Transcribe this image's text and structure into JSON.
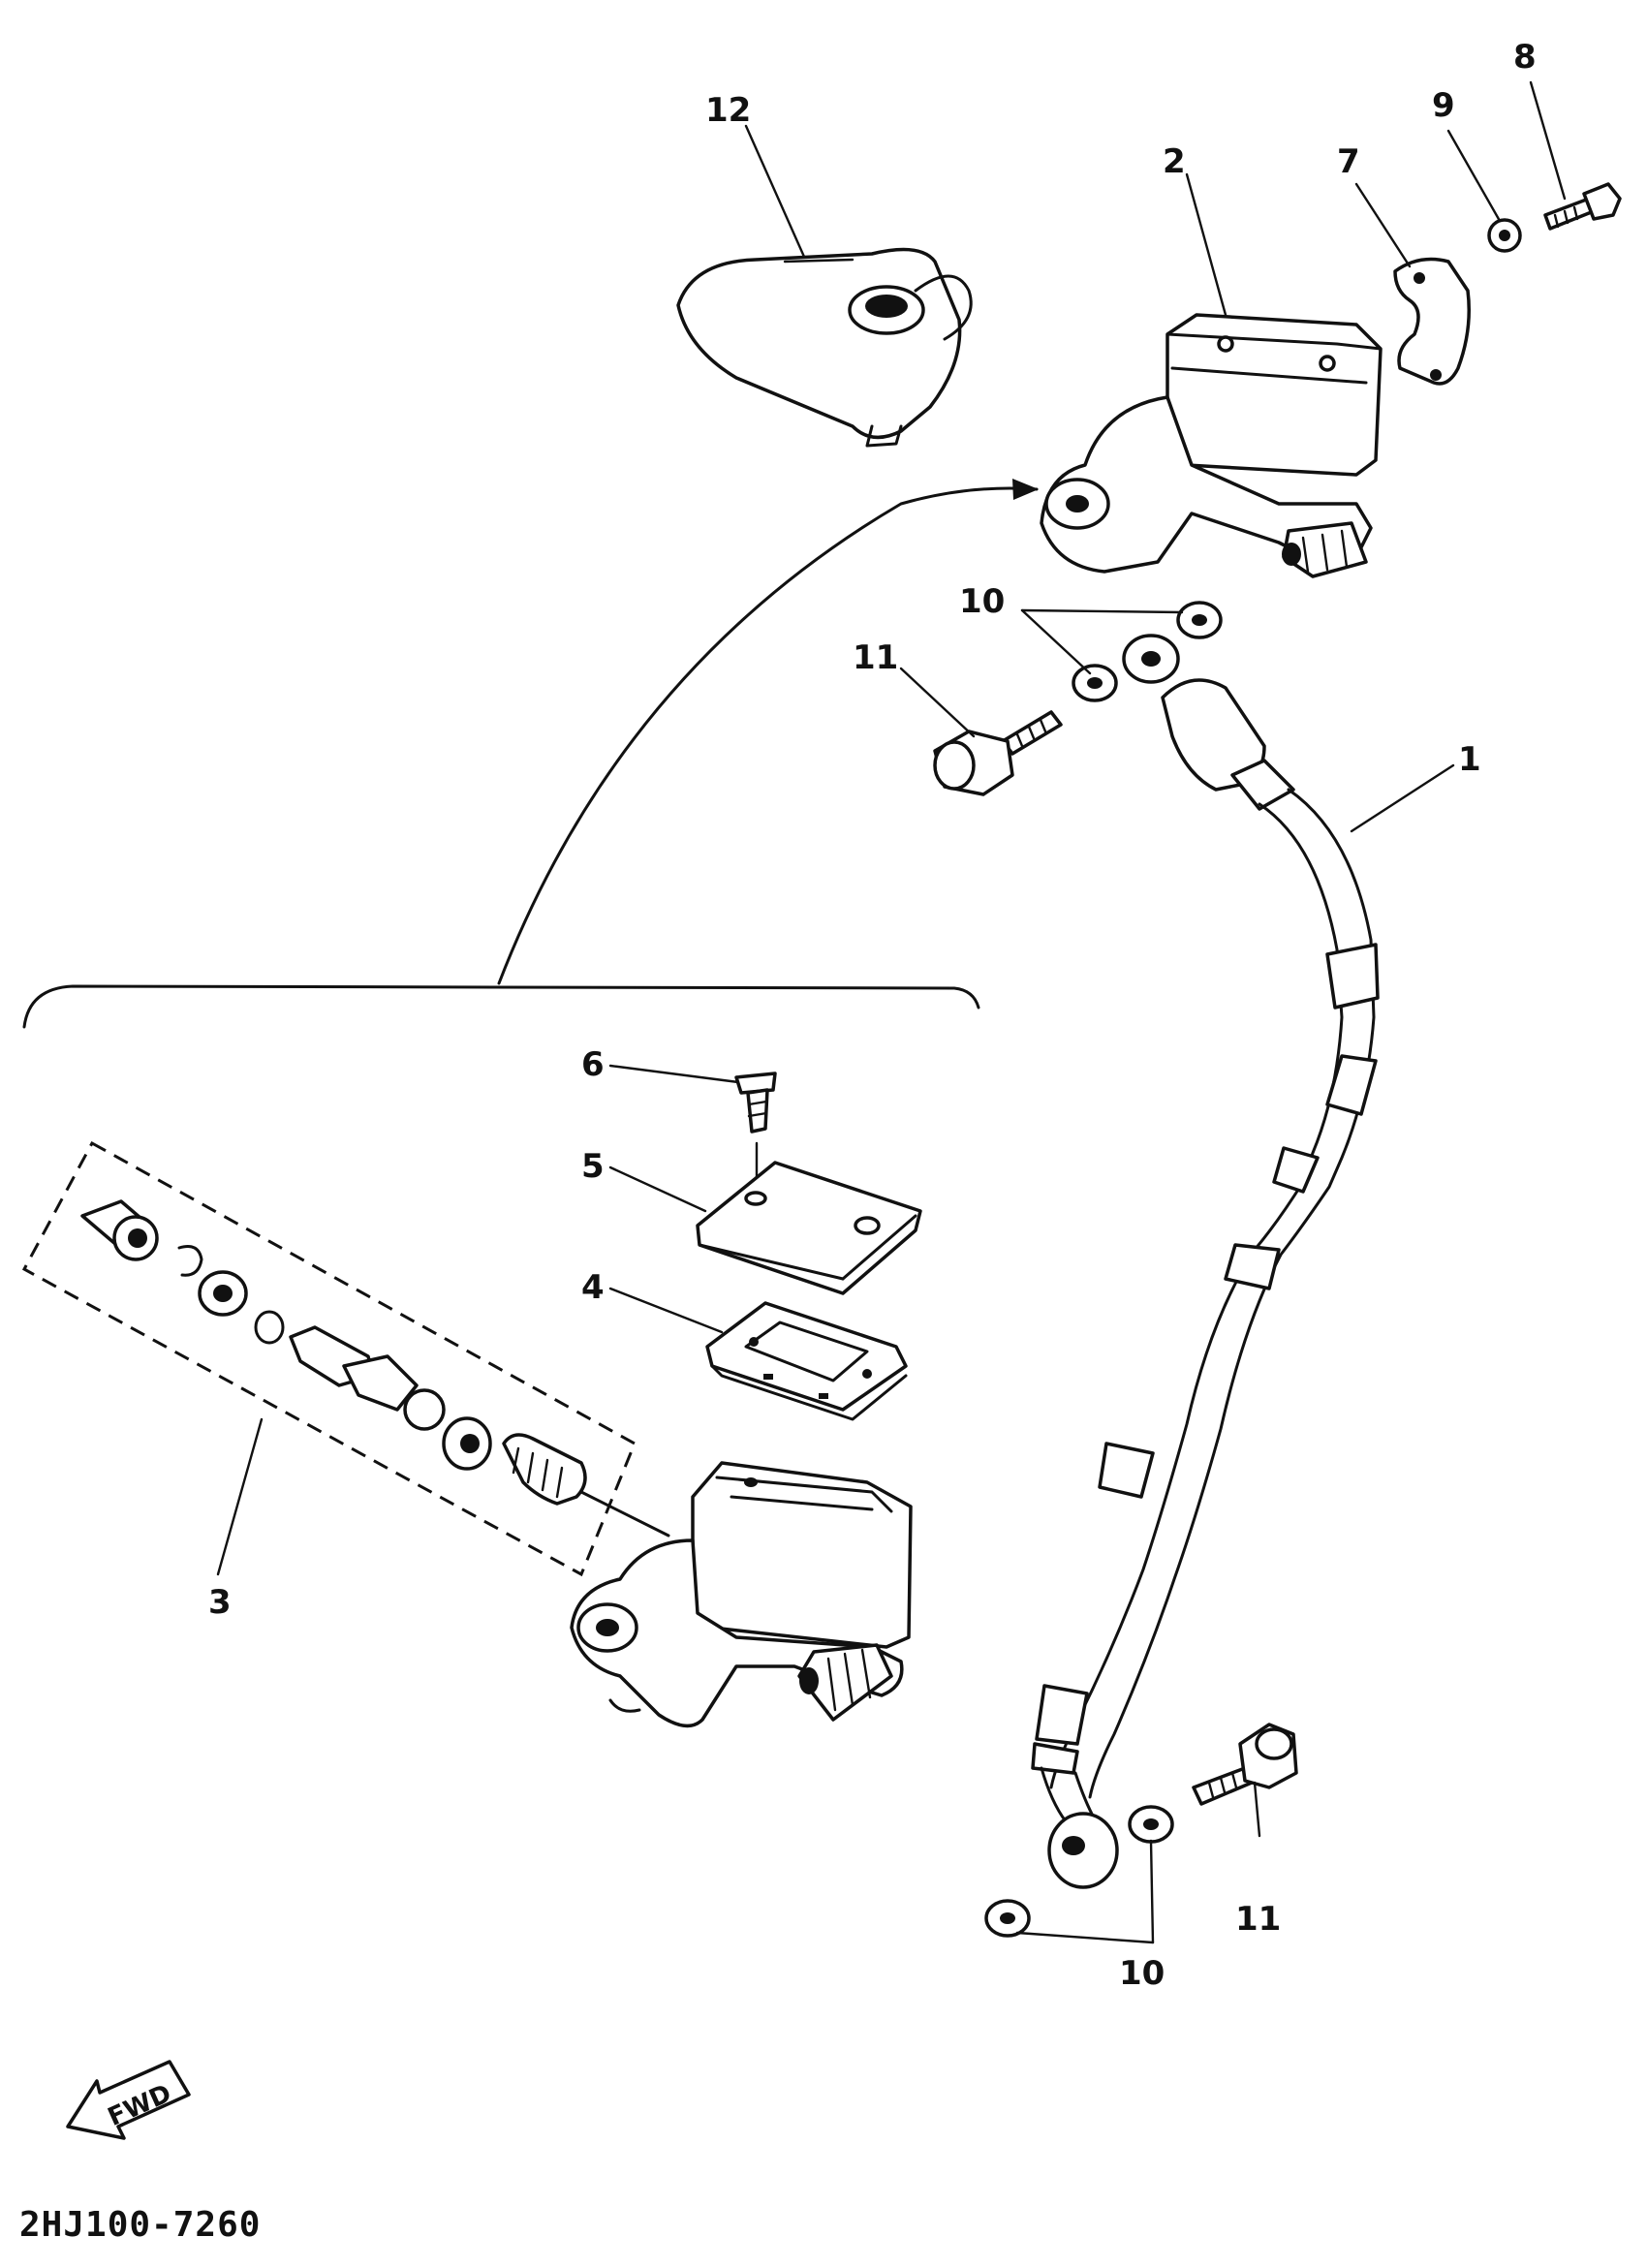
{
  "callouts": {
    "c1": "1",
    "c2": "2",
    "c3": "3",
    "c4": "4",
    "c5": "5",
    "c6": "6",
    "c7": "7",
    "c8": "8",
    "c9": "9",
    "c10a": "10",
    "c10b": "10",
    "c11a": "11",
    "c11b": "11",
    "c12": "12"
  },
  "fwd_label": "FWD",
  "diagram_code": "2HJ100-7260"
}
